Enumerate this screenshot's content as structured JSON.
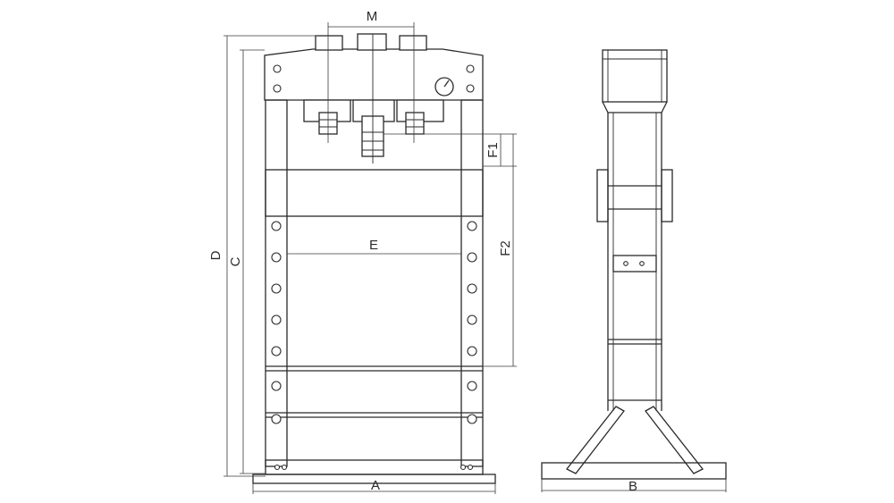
{
  "labels": {
    "M": "M",
    "D": "D",
    "C": "C",
    "E": "E",
    "F1": "F1",
    "F2": "F2",
    "A": "A",
    "B": "B"
  },
  "colors": {
    "line": "#2a2a2a",
    "background": "#ffffff"
  }
}
